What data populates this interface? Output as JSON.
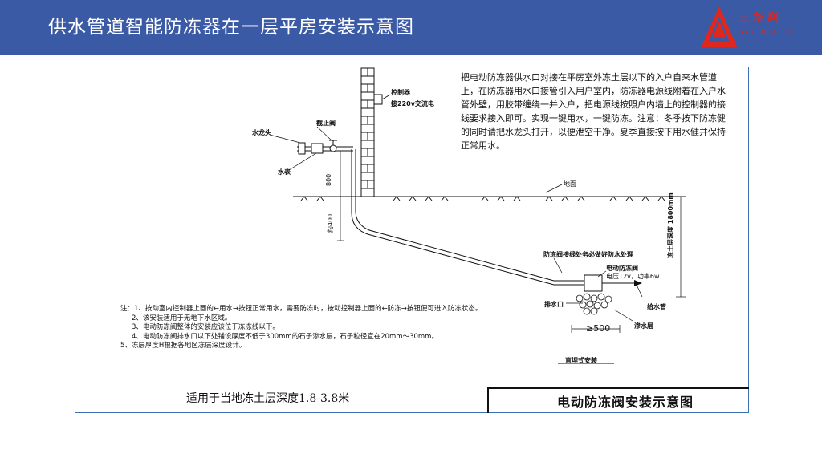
{
  "header": {
    "title": "供水管道智能防冻器在一层平房安装示意图",
    "logo_text": "三华利",
    "logo_sub": "Sai Hua Li",
    "accent_color": "#3b5aa6",
    "logo_color": "#e1261c"
  },
  "description": "把电动防冻器供水口对接在平房室外冻土层以下的入户自来水管道上，在防冻器用水口接管引入用户室内，防冻器电源线附着在入户水管外壁，用胶带缠绕一并入户，把电源线按照户内墙上的控制器的接线要求接入即可。实现一键用水，一键防冻。注意：冬季按下防冻健的同时请把水龙头打开，以便泄空干净。夏季直接按下用水健并保持正常用水。",
  "diagram": {
    "controller": "控制器",
    "power": "接220v交流电",
    "stop_valve": "截止阀",
    "faucet": "水龙头",
    "water_meter": "水表",
    "dim_800": "800",
    "dim_400": "约400",
    "ground": "地面",
    "frost_depth": "冻土层深度 1800mm",
    "joint_note": "防冻阀接线处务必做好防水处理",
    "valve_name": "电动防冻阀",
    "valve_spec": "电压12v，功率6w",
    "drain": "排水口",
    "supply_pipe": "给水管",
    "seepage": "渗水层",
    "dim_500": "≥500",
    "install_type": "直埋式安装"
  },
  "notes": [
    "注：1、按动室内控制器上面的←用水→按钮正常用水，需要防冻时，按动控制器上面的←防冻→按钮便可进入防冻状态。",
    "2、该安装适用于无地下水区域。",
    "3、电动防冻阀整体的安装应该位于冻冻线以下。",
    "4、电动防冻阀排水口以下处铺设厚度不低于300mm的石子渗水层，石子粒径宜在20mm～30mm。",
    "5、冻层厚度H根据各地区冻层深度设计。"
  ],
  "footer_note": "适用于当地冻土层深度1.8-3.8米",
  "drawing_title": "电动防冻阀安装示意图"
}
